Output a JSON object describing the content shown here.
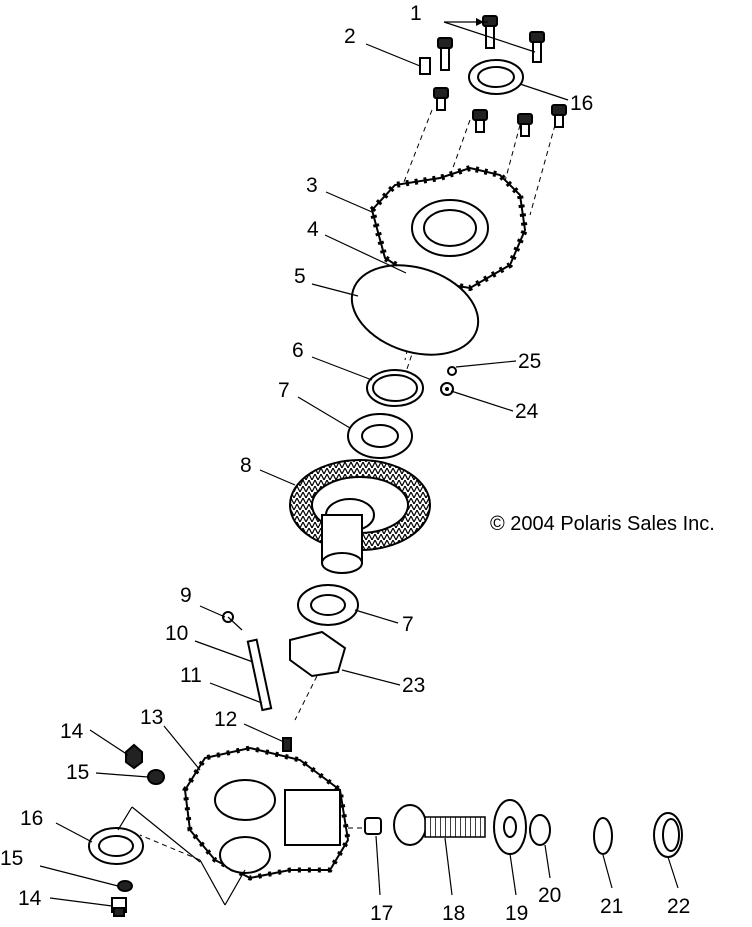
{
  "copyright": "© 2004 Polaris Sales Inc.",
  "callouts": {
    "c1": "1",
    "c2": "2",
    "c3": "3",
    "c4": "4",
    "c5": "5",
    "c6": "6",
    "c7a": "7",
    "c7b": "7",
    "c8": "8",
    "c9": "9",
    "c10": "10",
    "c11": "11",
    "c12": "12",
    "c13": "13",
    "c14a": "14",
    "c14b": "14",
    "c15a": "15",
    "c15b": "15",
    "c16a": "16",
    "c16b": "16",
    "c17": "17",
    "c18": "18",
    "c19": "19",
    "c20": "20",
    "c21": "21",
    "c22": "22",
    "c23": "23",
    "c24": "24",
    "c25": "25"
  }
}
